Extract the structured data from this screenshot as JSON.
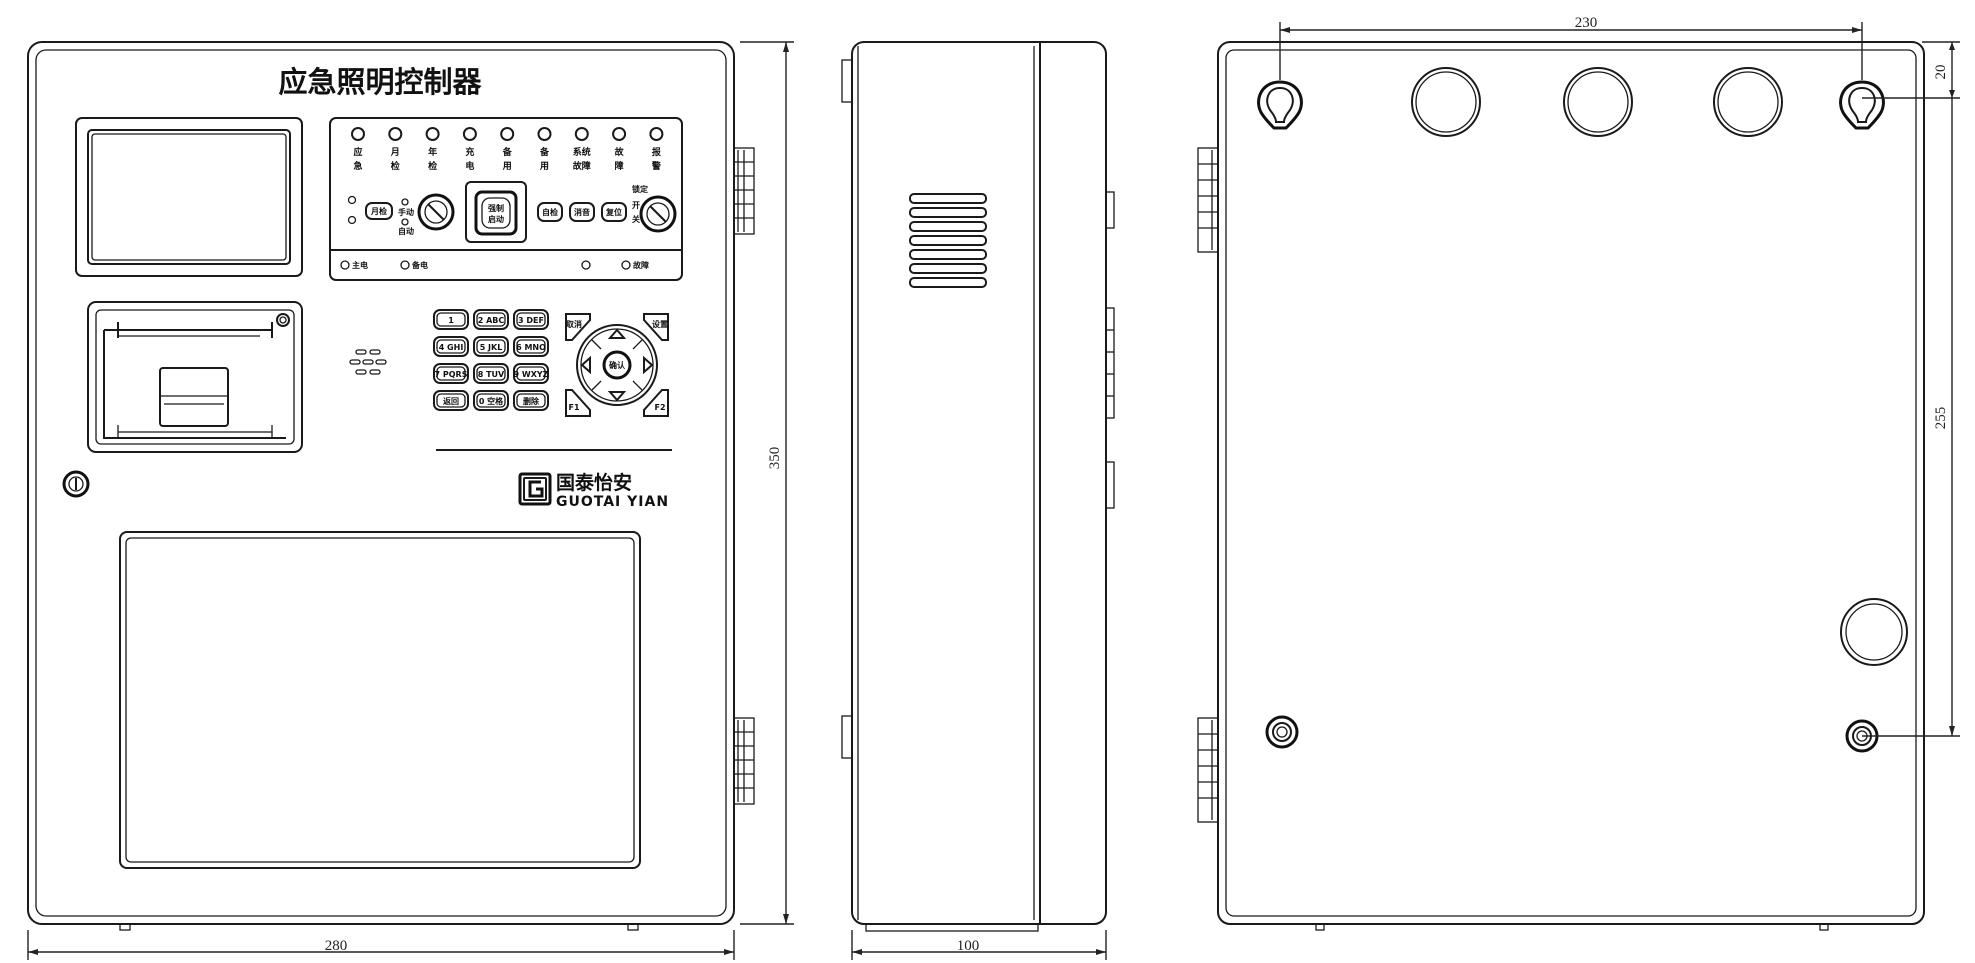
{
  "front": {
    "title": "应急照明控制器",
    "indicators": [
      {
        "line1": "应",
        "line2": "急"
      },
      {
        "line1": "月",
        "line2": "检"
      },
      {
        "line1": "年",
        "line2": "检"
      },
      {
        "line1": "充",
        "line2": "电"
      },
      {
        "line1": "备",
        "line2": "用"
      },
      {
        "line1": "备",
        "line2": "用"
      },
      {
        "line1": "系统",
        "line2": "故障"
      },
      {
        "line1": "故",
        "line2": "障"
      },
      {
        "line1": "报",
        "line2": "警"
      }
    ],
    "control_row": {
      "small_button": "月检",
      "key_upper": "手动",
      "key_lower": "自动",
      "square_button_line1": "强制",
      "square_button_line2": "启动",
      "button_a": "自检",
      "button_b": "消音",
      "button_c": "复位",
      "switch_line1": "开",
      "switch_line2": "关",
      "switch_top": "锁定"
    },
    "status_row": {
      "left_a": "主电",
      "left_b": "备电",
      "right": "故障"
    },
    "keypad": [
      "1",
      "2 ABC",
      "3 DEF",
      "4 GHI",
      "5 JKL",
      "6 MNO",
      "7 PQRS",
      "8 TUV",
      "9 WXYZ",
      "返回",
      "0 空格",
      "删除"
    ],
    "nav": {
      "top_left": "取消",
      "top_right": "设置",
      "center": "确认",
      "bottom_left": "F1",
      "bottom_right": "F2"
    },
    "logo": {
      "chinese": "国泰怡安",
      "english": "GUOTAI YIAN"
    }
  },
  "dimensions": {
    "front_width": "280",
    "front_height": "350",
    "side_depth": "100",
    "back_hole_spacing": "230",
    "back_top_offset": "20",
    "back_vertical_spacing": "255"
  }
}
